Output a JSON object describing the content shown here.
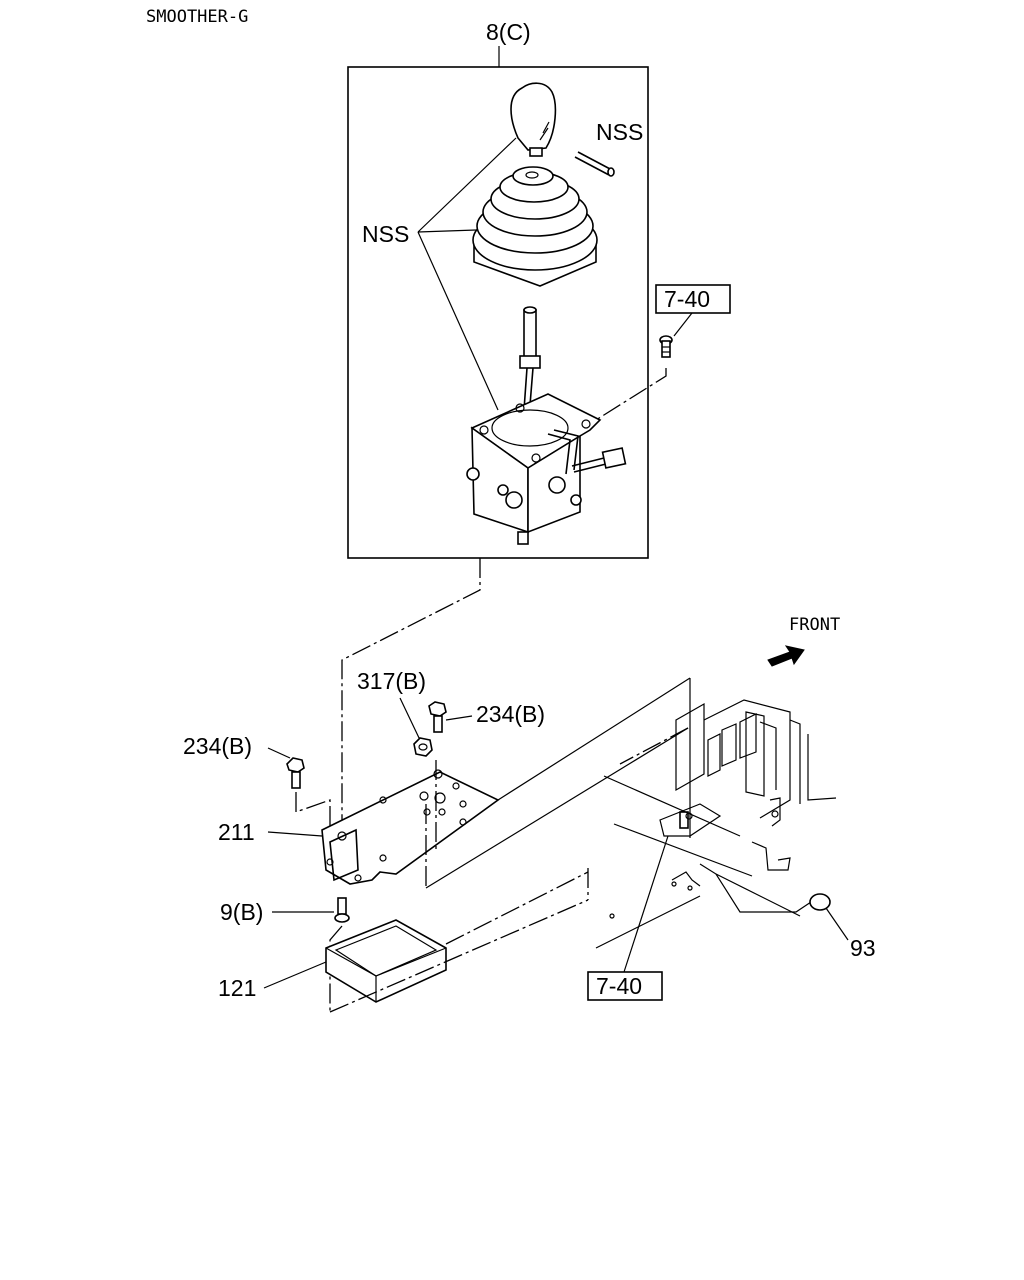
{
  "title": "SMOOTHER-G",
  "front_label": "FRONT",
  "labels": {
    "lever_assembly": "8(C)",
    "nss_pin": "NSS",
    "nss_boot": "NSS",
    "ref_upper": "7-40",
    "nut_317": "317(B)",
    "bolt_234_right": "234(B)",
    "bolt_234_left": "234(B)",
    "bracket_211": "211",
    "bolt_9": "9(B)",
    "seal_121": "121",
    "ref_lower": "7-40",
    "cap_93": "93"
  }
}
